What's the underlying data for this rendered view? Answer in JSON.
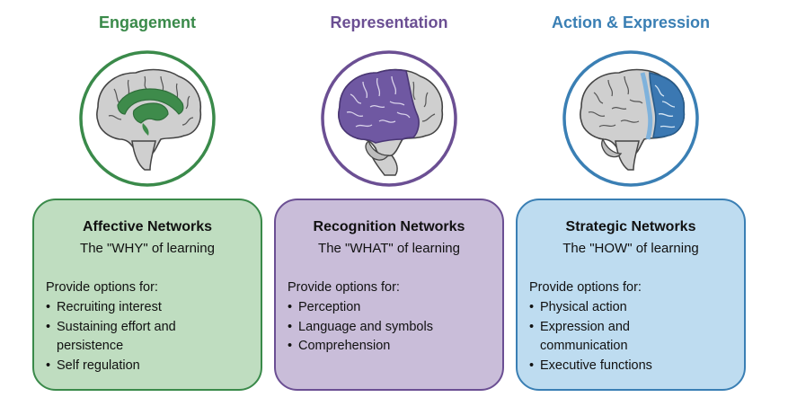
{
  "columns": [
    {
      "heading": "Engagement",
      "color": "#3a8a4a",
      "fill": "#bfddc0",
      "brain_region": "limbic",
      "card": {
        "title": "Affective Networks",
        "subtitle": "The \"WHY\" of learning",
        "intro": "Provide options for:",
        "bullets": [
          "Recruiting interest",
          "Sustaining effort and persistence",
          "Self regulation"
        ]
      }
    },
    {
      "heading": "Representation",
      "color": "#6b4f93",
      "fill": "#c9bdd9",
      "brain_region": "posterior cortex",
      "card": {
        "title": "Recognition Networks",
        "subtitle": "The \"WHAT\" of learning",
        "intro": "Provide options for:",
        "bullets": [
          "Perception",
          "Language and symbols",
          "Comprehension"
        ]
      }
    },
    {
      "heading": "Action & Expression",
      "color": "#3a7fb4",
      "fill": "#bedcf0",
      "brain_region": "frontal cortex",
      "card": {
        "title": "Strategic Networks",
        "subtitle": "The \"HOW\" of learning",
        "intro": "Provide options for:",
        "bullets": [
          "Physical action",
          "Expression and communication",
          "Executive functions"
        ]
      }
    }
  ]
}
